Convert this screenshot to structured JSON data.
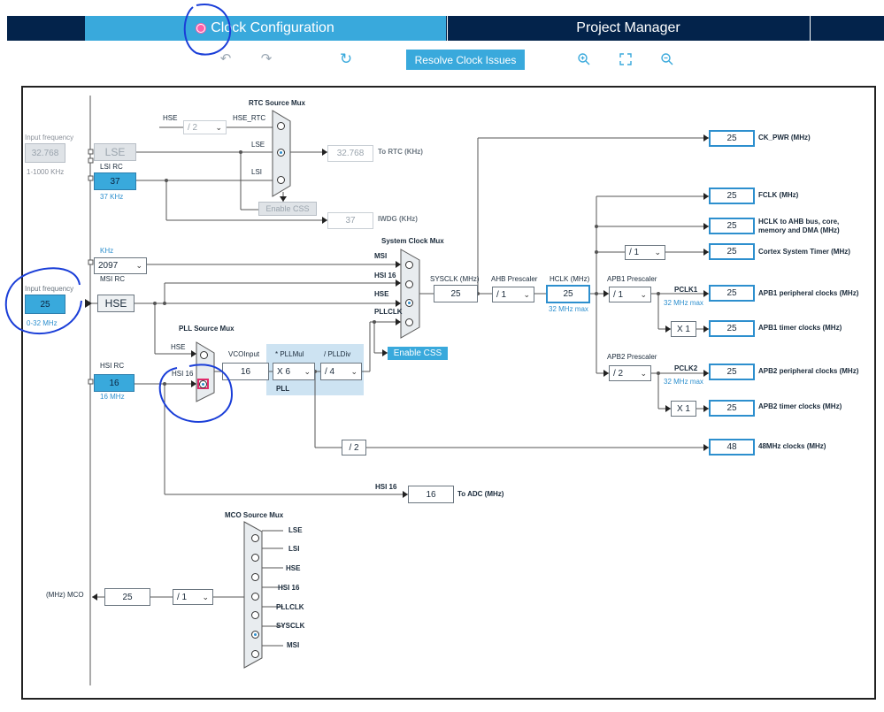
{
  "tabs": {
    "clock_config": "Clock Configuration",
    "project_manager": "Project Manager"
  },
  "toolbar": {
    "undo_icon": "undo-icon",
    "redo_icon": "redo-icon",
    "refresh_icon": "refresh-icon",
    "resolve": "Resolve Clock Issues",
    "zoom_in": "zoom-in-icon",
    "fit": "fit-icon",
    "zoom_out": "zoom-out-icon"
  },
  "left": {
    "input_freq_label": "Input frequency",
    "lse_value": "32.768",
    "lse_range": "1-1000 KHz",
    "hse_input_label": "Input frequency",
    "hse_value": "25",
    "hse_range": "0-32 MHz",
    "mco_label": "(MHz) MCO"
  },
  "sources": {
    "lse": "LSE",
    "lsi_rc": "LSI RC",
    "lsi_value": "37",
    "lsi_unit": "37 KHz",
    "khz": "KHz",
    "msi_value": "2097",
    "msi_rc": "MSI RC",
    "hse": "HSE",
    "hsi_rc": "HSI RC",
    "hsi_value": "16",
    "hsi_unit": "16 MHz"
  },
  "rtc": {
    "title": "RTC Source Mux",
    "hse": "HSE",
    "hse_div": "/ 2",
    "hse_rtc": "HSE_RTC",
    "lse": "LSE",
    "lsi": "LSI",
    "enable_css": "Enable CSS",
    "rtc_value": "32.768",
    "rtc_label": "To RTC (KHz)",
    "iwdg_value": "37",
    "iwdg_label": "IWDG (KHz)"
  },
  "pll": {
    "title": "PLL Source Mux",
    "hse": "HSE",
    "hsi16": "HSI 16",
    "vco_label": "VCOInput",
    "vco_value": "16",
    "mul_label": "* PLLMul",
    "mul_value": "X 6",
    "div_label": "/ PLLDiv",
    "div_value": "/ 4",
    "pll_label": "PLL"
  },
  "sysmux": {
    "title": "System Clock Mux",
    "msi": "MSI",
    "hsi16": "HSI 16",
    "hse": "HSE",
    "pllclk": "PLLCLK",
    "enable_css": "Enable CSS"
  },
  "sysclk": {
    "label": "SYSCLK (MHz)",
    "value": "25",
    "ahb_label": "AHB Prescaler",
    "ahb_value": "/ 1",
    "hclk_label": "HCLK (MHz)",
    "hclk_value": "25",
    "hclk_max": "32 MHz max"
  },
  "apb1": {
    "label": "APB1 Prescaler",
    "value": "/ 1",
    "pclk": "PCLK1",
    "max": "32 MHz max",
    "timer_mul": "X 1"
  },
  "apb2": {
    "label": "APB2 Prescaler",
    "value": "/ 2",
    "pclk": "PCLK2",
    "max": "32 MHz max",
    "timer_mul": "X 1"
  },
  "cortex_div": "/ 1",
  "usb_div": "/ 2",
  "outputs": [
    {
      "value": "25",
      "label": "CK_PWR (MHz)"
    },
    {
      "value": "25",
      "label": "FCLK (MHz)"
    },
    {
      "value": "25",
      "label": "HCLK to AHB bus, core, memory and DMA (MHz)"
    },
    {
      "value": "25",
      "label": "Cortex System Timer (MHz)"
    },
    {
      "value": "25",
      "label": "APB1 peripheral clocks (MHz)"
    },
    {
      "value": "25",
      "label": "APB1 timer clocks (MHz)"
    },
    {
      "value": "25",
      "label": "APB2 peripheral clocks (MHz)"
    },
    {
      "value": "25",
      "label": "APB2 timer clocks (MHz)"
    },
    {
      "value": "48",
      "label": "48MHz clocks (MHz)"
    }
  ],
  "adc": {
    "hsi16": "HSI 16",
    "value": "16",
    "label": "To ADC (MHz)"
  },
  "mco": {
    "title": "MCO Source Mux",
    "inputs": [
      "LSE",
      "LSI",
      "HSE",
      "HSI 16",
      "PLLCLK",
      "SYSCLK",
      "MSI"
    ],
    "div": "/ 1",
    "value": "25"
  }
}
